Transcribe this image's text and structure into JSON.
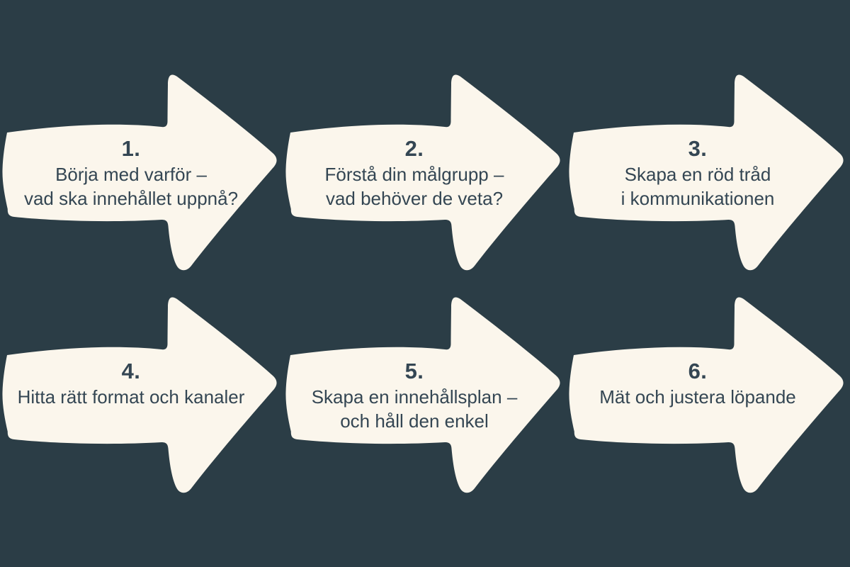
{
  "canvas": {
    "background": "#2b3d46",
    "arrow_fill": "#fbf6ec",
    "text_color": "#344653"
  },
  "steps": [
    {
      "number": "1.",
      "lines": [
        "Börja med varför –",
        "vad ska innehållet uppnå?"
      ]
    },
    {
      "number": "2.",
      "lines": [
        "Förstå din målgrupp –",
        "vad behöver de veta?"
      ]
    },
    {
      "number": "3.",
      "lines": [
        "Skapa en röd tråd",
        "i kommunikationen"
      ]
    },
    {
      "number": "4.",
      "lines": [
        "Hitta rätt format och kanaler"
      ]
    },
    {
      "number": "5.",
      "lines": [
        "Skapa en innehållsplan –",
        "och håll den enkel"
      ]
    },
    {
      "number": "6.",
      "lines": [
        "Mät och justera löpande"
      ]
    }
  ]
}
